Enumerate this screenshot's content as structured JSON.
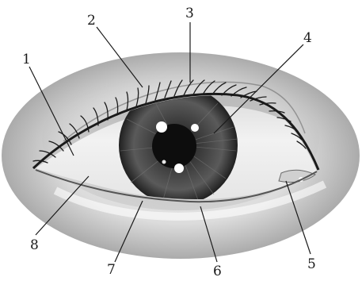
{
  "labels": [
    {
      "id": "1",
      "text": "1"
    },
    {
      "id": "2",
      "text": "2"
    },
    {
      "id": "3",
      "text": "3"
    },
    {
      "id": "4",
      "text": "4"
    },
    {
      "id": "5",
      "text": "5"
    },
    {
      "id": "6",
      "text": "6"
    },
    {
      "id": "7",
      "text": "7"
    },
    {
      "id": "8",
      "text": "8"
    }
  ]
}
